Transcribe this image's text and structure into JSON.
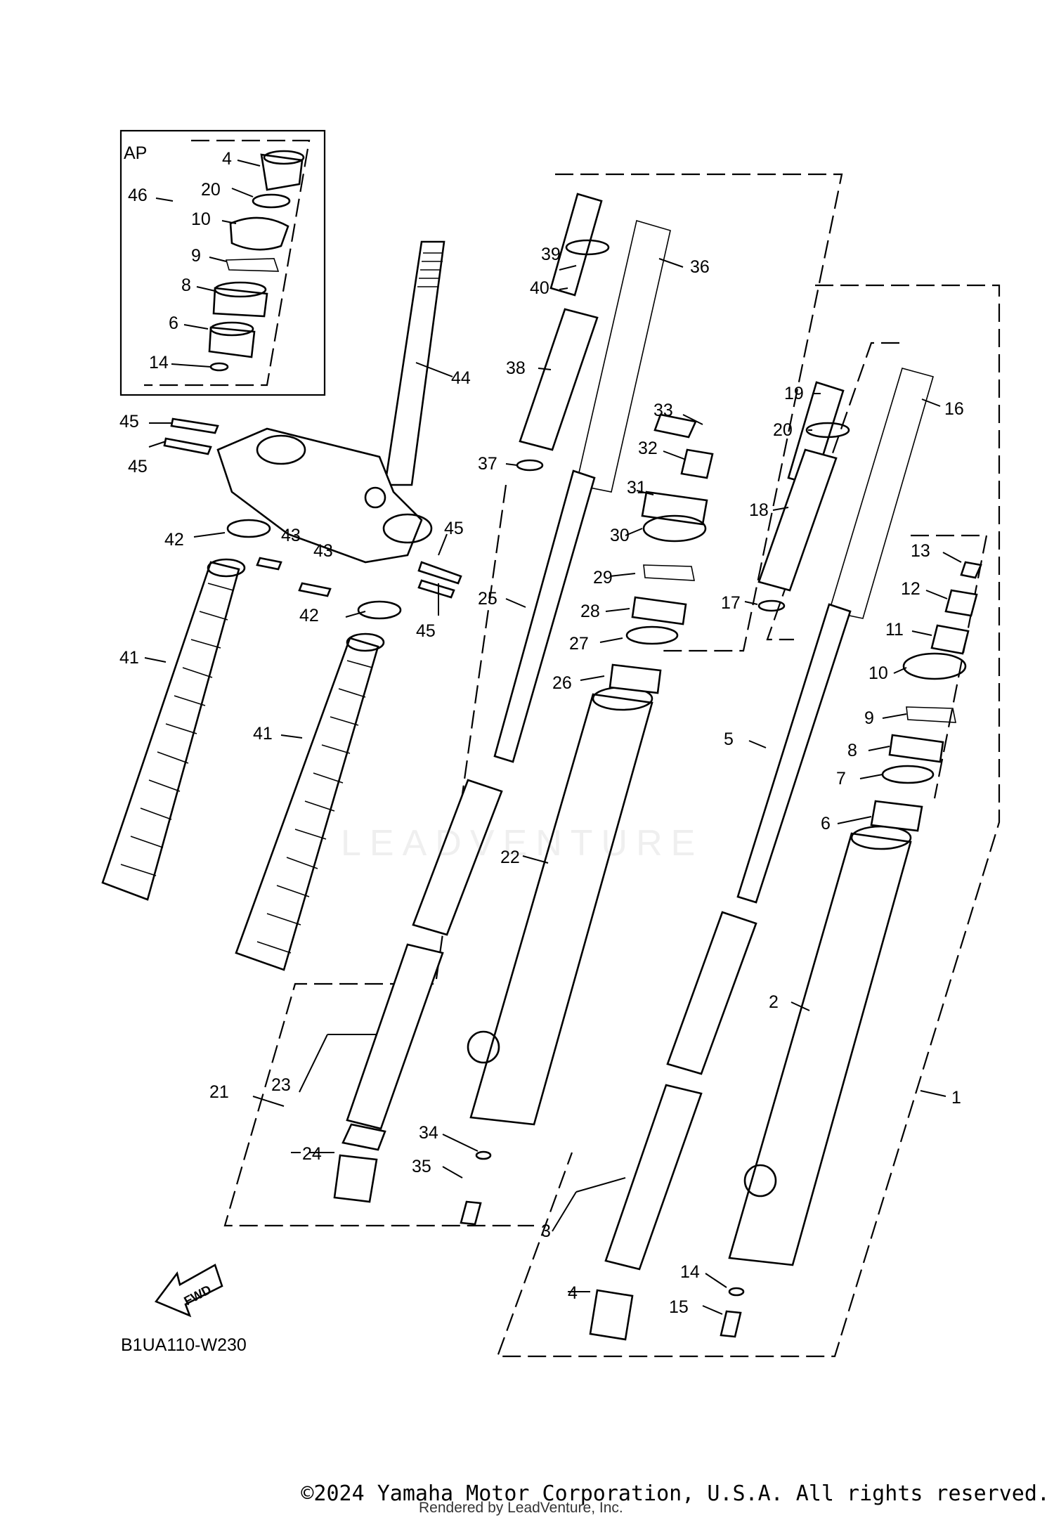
{
  "diagram": {
    "code": "B1UA110-W230",
    "fwd_label": "FWD",
    "ap_label": "AP",
    "watermark": "LEADVENTURE",
    "callouts": [
      "1",
      "2",
      "3",
      "4",
      "5",
      "6",
      "7",
      "8",
      "9",
      "10",
      "11",
      "12",
      "13",
      "14",
      "15",
      "16",
      "17",
      "18",
      "19",
      "20",
      "21",
      "22",
      "23",
      "24",
      "25",
      "26",
      "27",
      "28",
      "29",
      "30",
      "31",
      "32",
      "33",
      "34",
      "35",
      "36",
      "37",
      "38",
      "39",
      "40",
      "41",
      "42",
      "43",
      "44",
      "45",
      "46"
    ]
  },
  "footer": {
    "copyright": "©2024 Yamaha Motor Corporation, U.S.A. All rights reserved.",
    "rendered_by": "Rendered by LeadVenture, Inc."
  }
}
